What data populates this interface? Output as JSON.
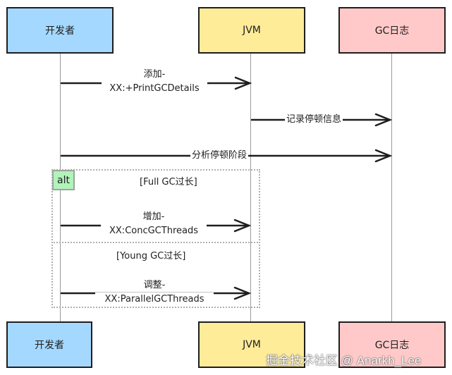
{
  "colors": {
    "developer": "#a5d8ff",
    "jvm": "#ffec99",
    "gc_log": "#ffc9c9",
    "alt_tag": "#b2f2bb"
  },
  "participants": {
    "developer": "开发者",
    "jvm": "JVM",
    "gc_log": "GC日志"
  },
  "messages": [
    {
      "from": "developer",
      "to": "jvm",
      "line1": "添加-",
      "line2": "XX:+PrintGCDetails"
    },
    {
      "from": "jvm",
      "to": "gc_log",
      "line1": "记录停顿信息"
    },
    {
      "from": "developer",
      "to": "gc_log",
      "line1": "分析停顿阶段"
    },
    {
      "from": "developer",
      "to": "jvm",
      "line1": "增加-",
      "line2": "XX:ConcGCThreads"
    },
    {
      "from": "developer",
      "to": "jvm",
      "line1": "调整-",
      "line2": "XX:ParallelGCThreads"
    }
  ],
  "alt_frame": {
    "tag": "alt",
    "guard1": "[Full GC过长]",
    "guard2": "[Young GC过长]"
  },
  "watermark": "掘金技术社区 @ Anarkh_Lee"
}
